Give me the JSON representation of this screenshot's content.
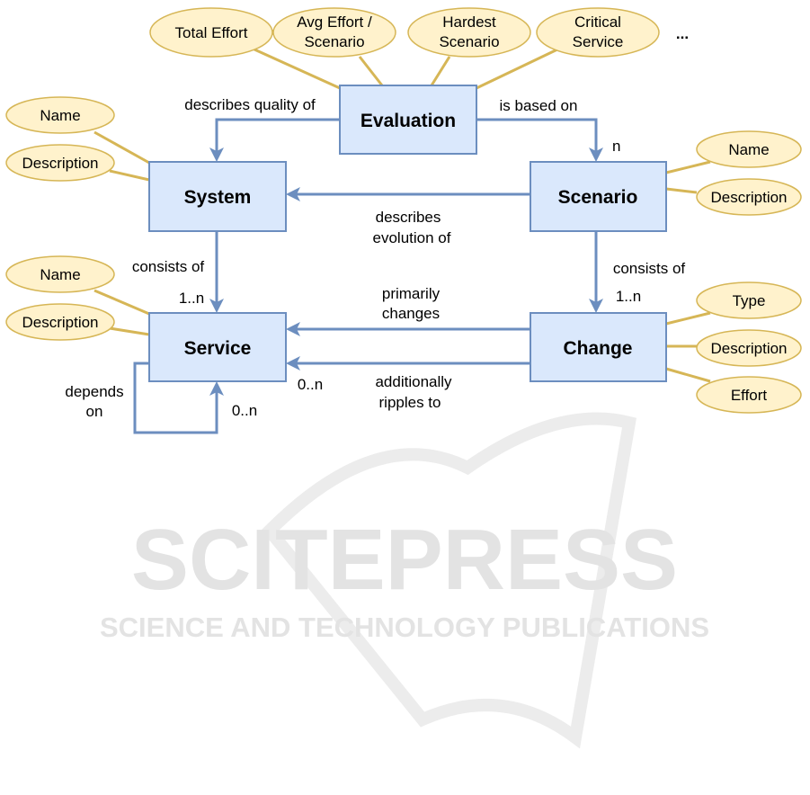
{
  "entities": {
    "evaluation": "Evaluation",
    "system": "System",
    "scenario": "Scenario",
    "service": "Service",
    "change": "Change"
  },
  "evaluation_attributes": {
    "total_effort": "Total Effort",
    "avg_effort_1": "Avg Effort /",
    "avg_effort_2": "Scenario",
    "hardest_1": "Hardest",
    "hardest_2": "Scenario",
    "critical_1": "Critical",
    "critical_2": "Service",
    "more": "..."
  },
  "system_attributes": {
    "name": "Name",
    "description": "Description"
  },
  "service_attributes": {
    "name": "Name",
    "description": "Description"
  },
  "scenario_attributes": {
    "name": "Name",
    "description": "Description"
  },
  "change_attributes": {
    "type": "Type",
    "description": "Description",
    "effort": "Effort"
  },
  "relations": {
    "describes_quality": "describes quality of",
    "based_on": "is based on",
    "based_on_card": "n",
    "evolution_1": "describes",
    "evolution_2": "evolution of",
    "system_consists": "consists of",
    "system_consists_card": "1..n",
    "scenario_consists": "consists of",
    "scenario_consists_card": "1..n",
    "primarily_1": "primarily",
    "primarily_2": "changes",
    "ripples_1": "additionally",
    "ripples_2": "ripples to",
    "ripples_card": "0..n",
    "depends_1": "depends",
    "depends_2": "on",
    "depends_card": "0..n"
  },
  "watermark": {
    "title": "SCITEPRESS",
    "subtitle": "SCIENCE AND TECHNOLOGY PUBLICATIONS"
  }
}
